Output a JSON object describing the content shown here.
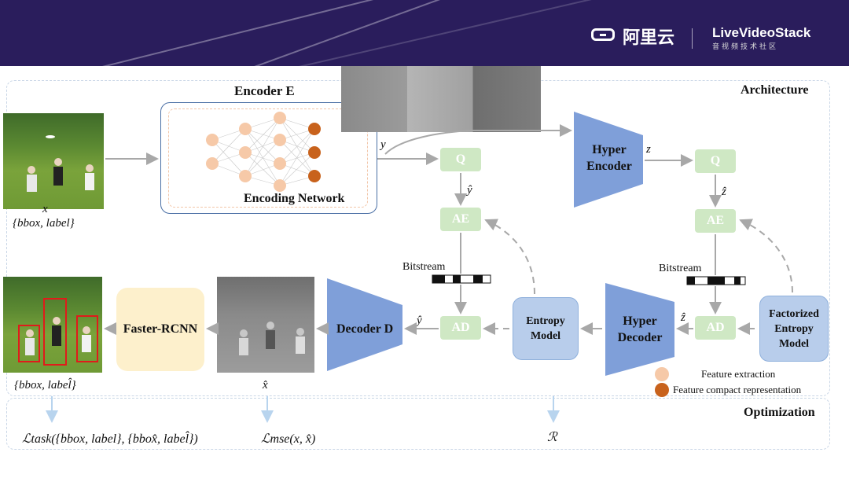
{
  "header": {
    "brand1": "阿里云",
    "brand2": "LiveVideoStack",
    "brand2_sub": "音视频技术社区"
  },
  "diagram": {
    "architecture_label": "Architecture",
    "optimization_label": "Optimization",
    "encoder_title": "Encoder E",
    "encoding_network": "Encoding Network",
    "input_x": "x",
    "input_gt": "{bbox, label}",
    "y": "y",
    "y_hat": "ŷ",
    "z": "z",
    "z_hat": "ẑ",
    "q": "Q",
    "ae": "AE",
    "ad": "AD",
    "bitstream": "Bitstream",
    "hyper_encoder": "Hyper Encoder",
    "hyper_decoder": "Hyper Decoder",
    "entropy_model": "Entropy Model",
    "factorized_entropy_model": "Factorized Entropy Model",
    "decoder": "Decoder D",
    "faster_rcnn": "Faster-RCNN",
    "x_hat": "x̂",
    "pred_gt": "{bbox, label̂}",
    "legend_feature_extraction": "Feature extraction",
    "legend_compact": "Feature compact representation",
    "loss_task": "ℒtask({bbox, label}, {bbox̂, label̂})",
    "loss_mse": "ℒmse(x, x̂)",
    "rate": "ℛ",
    "colors": {
      "header_bg": "#2a1d5c",
      "green_node": "#cfe8c4",
      "blue_block": "#7f9fd9",
      "neuron_light": "#f6c9a8",
      "neuron_dark": "#c8621c"
    }
  }
}
